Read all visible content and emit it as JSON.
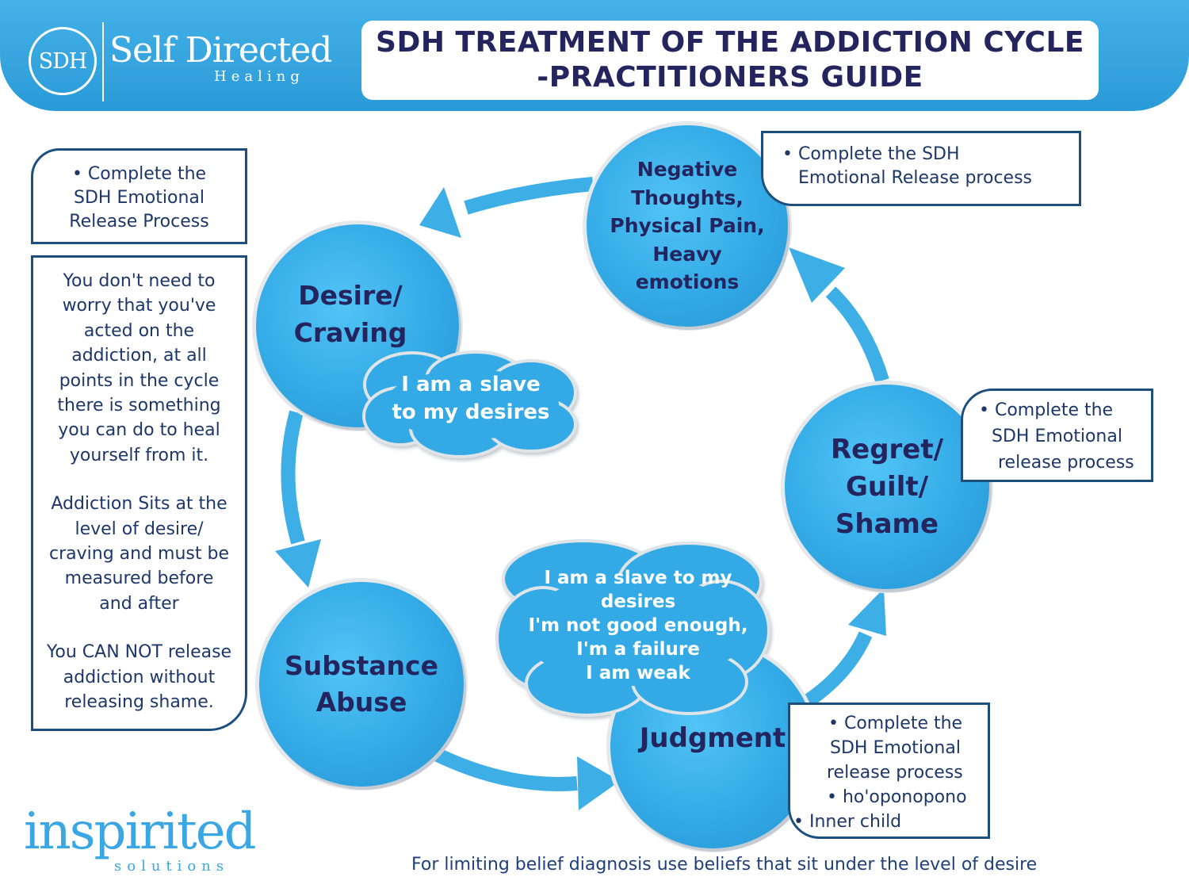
{
  "header": {
    "logo_mark": "SDH",
    "logo_name": "Self Directed",
    "logo_sub": "Healing",
    "title_line1": "SDH TREATMENT OF THE ADDICTION CYCLE",
    "title_line2": "-PRACTITIONERS GUIDE"
  },
  "left_panel": {
    "top_box": [
      "• Complete the",
      "SDH Emotional",
      "Release Process"
    ],
    "paragraphs": [
      [
        "You don't need to",
        "worry that you've",
        "acted on the",
        "addiction, at all",
        "points in the cycle",
        "there is something",
        "you can do to heal",
        "yourself from it."
      ],
      [
        "Addiction Sits at the",
        "level of desire/",
        "craving and must be",
        "measured before",
        "and after"
      ],
      [
        "You CAN NOT release",
        "addiction without",
        "releasing shame."
      ]
    ]
  },
  "cycle": {
    "negative": [
      "Negative",
      "Thoughts,",
      "Physical Pain,",
      "Heavy",
      "emotions"
    ],
    "desire": [
      "Desire/",
      "Craving"
    ],
    "regret": [
      "Regret/",
      "Guilt/",
      "Shame"
    ],
    "substance": [
      "Substance",
      "Abuse"
    ],
    "judgment": [
      "Judgment"
    ]
  },
  "clouds": {
    "desire_belief": [
      "I am a slave",
      "to my desires"
    ],
    "judgment_beliefs": [
      "I am a slave to my",
      "desires",
      "I'm not good enough,",
      "I'm a failure",
      "I am weak"
    ]
  },
  "note_boxes": {
    "negative": [
      "• Complete the SDH",
      "Emotional Release process"
    ],
    "regret": [
      "• Complete the",
      "SDH Emotional",
      "release process"
    ],
    "judgment": [
      "• Complete the",
      "SDH Emotional",
      "release process",
      "• ho'oponopono",
      "• Inner child"
    ]
  },
  "footer": {
    "note": "For limiting belief diagnosis use beliefs that sit under the level of desire",
    "brand": "inspirited",
    "brand_sub": "solutions"
  },
  "colors": {
    "header_blue": "#2a9ad8",
    "circle_blue": "#33aae6",
    "arrow_blue": "#3eaee6",
    "navy_text": "#24245e",
    "box_border": "#1d4f7e"
  }
}
